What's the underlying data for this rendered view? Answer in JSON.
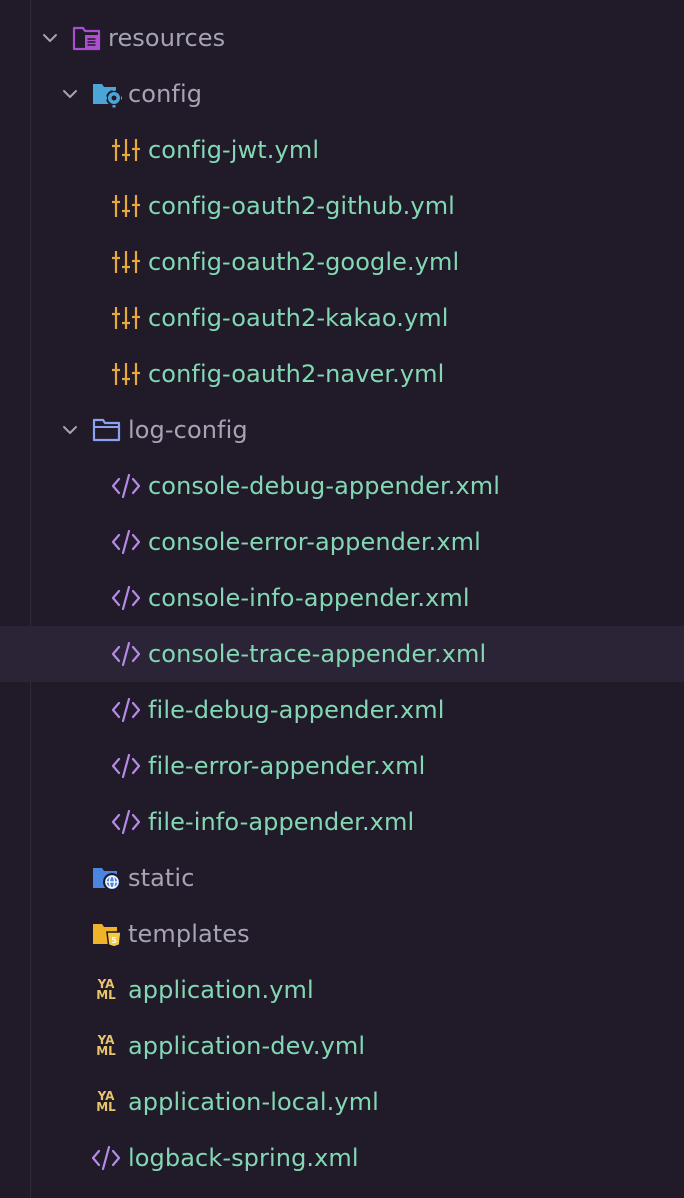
{
  "tree": {
    "resources": {
      "label": "resources"
    },
    "config": {
      "label": "config",
      "files": [
        {
          "label": "config-jwt.yml"
        },
        {
          "label": "config-oauth2-github.yml"
        },
        {
          "label": "config-oauth2-google.yml"
        },
        {
          "label": "config-oauth2-kakao.yml"
        },
        {
          "label": "config-oauth2-naver.yml"
        }
      ]
    },
    "log_config": {
      "label": "log-config",
      "files": [
        {
          "label": "console-debug-appender.xml"
        },
        {
          "label": "console-error-appender.xml"
        },
        {
          "label": "console-info-appender.xml"
        },
        {
          "label": "console-trace-appender.xml"
        },
        {
          "label": "file-debug-appender.xml"
        },
        {
          "label": "file-error-appender.xml"
        },
        {
          "label": "file-info-appender.xml"
        }
      ]
    },
    "static": {
      "label": "static"
    },
    "templates": {
      "label": "templates"
    },
    "root_files": [
      {
        "label": "application.yml",
        "icon": "yaml-icon"
      },
      {
        "label": "application-dev.yml",
        "icon": "yaml-icon"
      },
      {
        "label": "application-local.yml",
        "icon": "yaml-icon"
      },
      {
        "label": "logback-spring.xml",
        "icon": "xml-icon"
      }
    ]
  },
  "colors": {
    "background": "#201a29",
    "folder_text": "#a7a3b2",
    "file_text": "#83d8b3",
    "highlight_row": "#2a2436",
    "yaml_icon": "#e8c46b",
    "xml_icon": "#b68ae8",
    "config_icon": "#e8a93a"
  }
}
